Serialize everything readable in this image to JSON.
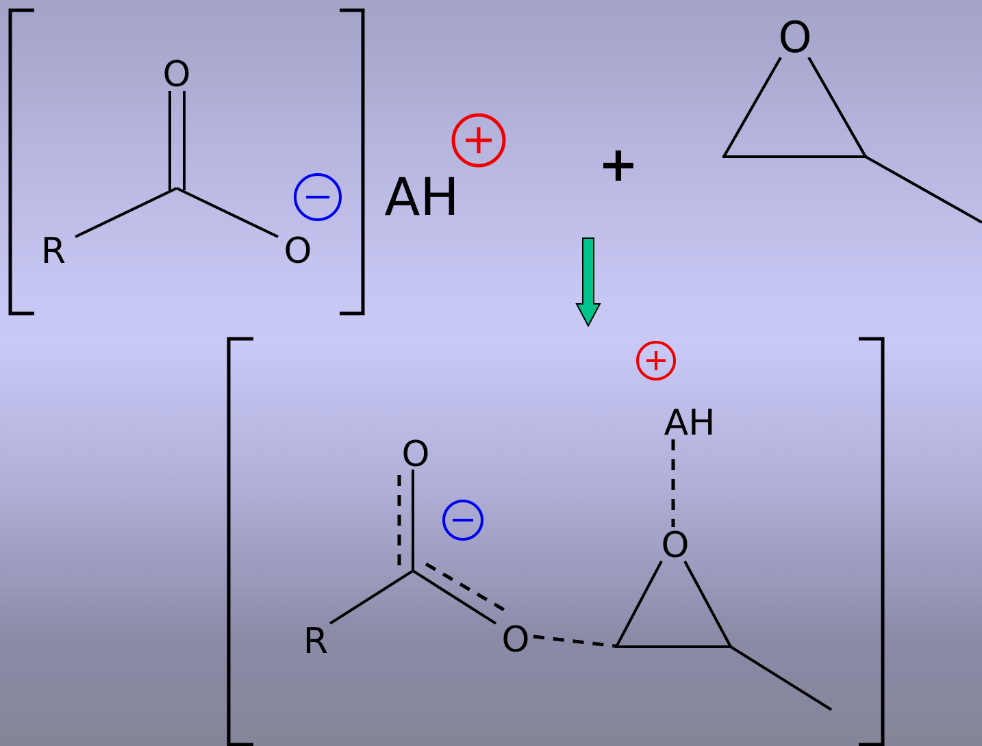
{
  "reactants": {
    "carboxylate": {
      "substituent": "R",
      "carbonyl_oxygen": "O",
      "anionic_oxygen": "O",
      "charge": "−",
      "charge_color": "#0000ee"
    },
    "counter_ion": {
      "label": "AH",
      "charge": "+",
      "charge_color": "#ee0000"
    },
    "plus_sign": "+",
    "epoxide": {
      "oxygen": "O"
    }
  },
  "arrow": {
    "color": "#00c48a"
  },
  "transition_state": {
    "substituent": "R",
    "carbonyl_oxygen": "O",
    "attacking_oxygen": "O",
    "carboxylate_charge": "−",
    "carboxylate_charge_color": "#0000ee",
    "epoxide_oxygen": "O",
    "acid_label": "AH",
    "acid_charge": "+",
    "acid_charge_color": "#ee0000"
  }
}
